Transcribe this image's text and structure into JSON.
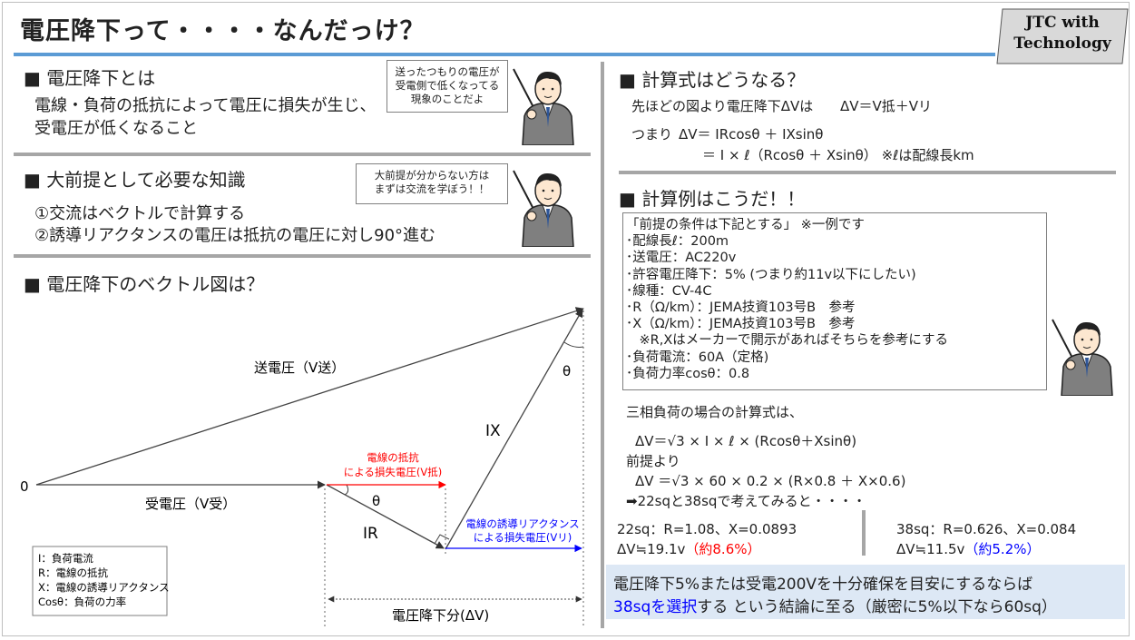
{
  "title": "電圧降下って・・・・なんだっけ？",
  "logo": {
    "line1": "JTC with",
    "line2": "Technology"
  },
  "s1": {
    "heading": "■ 電圧降下とは",
    "line1": "電線・負荷の抵抗によって電圧に損失が生じ、",
    "line2": "受電圧が低くなること",
    "bubble": [
      "送ったつもりの電圧が",
      "受電側で低くなってる",
      "現象のことだよ"
    ]
  },
  "s2": {
    "heading": "■ 大前提として必要な知識",
    "item1": "①交流はベクトルで計算する",
    "item2": "②誘導リアクタンスの電圧は抵抗の電圧に対し90°進む",
    "bubble": [
      "大前提が分からない方は",
      "まずは交流を学ぼう！！"
    ]
  },
  "s3": {
    "heading": "■ 電圧降下のベクトル図は？",
    "origin": "0",
    "send": "送電圧（V送）",
    "recv": "受電圧（V受）",
    "theta1": "θ",
    "theta2": "θ",
    "ix": "IX",
    "ir": "IR",
    "r_label1": "電線の抵抗",
    "r_label2": "による損失電圧(V抵)",
    "x_label1": "電線の誘導リアクタンス",
    "x_label2": "による損失電圧(Vリ)",
    "drop": "電圧降下分(ΔV)",
    "legend": [
      "I：負荷電流",
      "R：電線の抵抗",
      "X：電線の誘導リアクタンス",
      "Cosθ：負荷の力率"
    ]
  },
  "s4": {
    "heading": "■ 計算式はどうなる？",
    "line1a": "先ほどの図より電圧降下ΔVは",
    "line1b": "ΔV＝V抵＋Vリ",
    "line2a": "つまり",
    "line2b": "ΔV＝ IRcosθ ＋ IXsinθ",
    "line3": "＝ I × ℓ（Rcosθ ＋ Xsinθ） ※ℓは配線長km"
  },
  "s5": {
    "heading": "■ 計算例はこうだ！！",
    "box": [
      "「前提の条件は下記とする」 ※一例です",
      "･配線長ℓ：200m",
      "･送電圧：AC220v",
      "･許容電圧降下：5% (つまり約11v以下にしたい)",
      "･線種：CV-4C",
      "･R（Ω/km）：JEMA技資103号B　参考",
      "･X（Ω/km）：JEMA技資103号B　参考",
      "　※R,Xはメーカーで開示があればそちらを参考にする",
      "･負荷電流：60A（定格)",
      "･負荷力率cosθ：0.8"
    ],
    "three_phase": "三相負荷の場合の計算式は、",
    "formula": "ΔV＝√3 × I × ℓ × (Rcosθ＋Xsinθ)",
    "premise": "前提より",
    "formula2": "ΔV ＝√3 × 60 × 0.2 × (R×0.8 ＋ X×0.6)",
    "consider": "➡22sqと38sqで考えてみると・・・・",
    "c22_line1": "22sq：R=1.08、X=0.0893",
    "c22_dv": "ΔV≒19.1v",
    "c22_pct": "（約8.6%）",
    "c38_line1": "38sq：R=0.626、X=0.084",
    "c38_dv": "ΔV≒11.5v",
    "c38_pct": "（約5.2%）",
    "concl1": "電圧降下5%または受電200Vを十分確保を目安にするならば",
    "concl2a": "38sqを選択",
    "concl2b": "する という結論に至る（厳密に5%以下なら60sq）"
  },
  "colors": {
    "accent": "#5b9bd5",
    "red": "#ff0000",
    "blue": "#0000ff",
    "conclusion_bg": "#dde8f5"
  }
}
